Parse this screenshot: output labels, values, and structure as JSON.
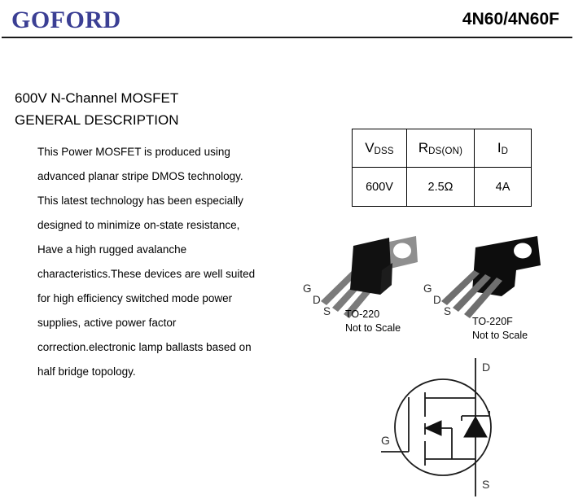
{
  "header": {
    "brand": "GOFORD",
    "part_number": "4N60/4N60F",
    "rule_color": "#1a1a1a",
    "brand_color": "#3b3f94"
  },
  "title_block": {
    "line1": "600V N-Channel MOSFET",
    "line2": "GENERAL DESCRIPTION"
  },
  "description": {
    "lines": [
      "This Power MOSFET is produced using",
      "advanced planar stripe DMOS technology.",
      "This latest technology has been especially",
      "designed to minimize on-state resistance,",
      "Have a high rugged avalanche",
      "characteristics.These devices are well suited",
      "for high efficiency switched mode power",
      "supplies, active power factor",
      "correction.electronic lamp ballasts based on",
      "half bridge topology."
    ]
  },
  "param_table": {
    "headers": [
      {
        "symbol": "V",
        "sub": "DSS"
      },
      {
        "symbol": "R",
        "sub": "DS(ON)"
      },
      {
        "symbol": "I",
        "sub": "D"
      }
    ],
    "values": [
      "600V",
      "2.5Ω",
      "4A"
    ]
  },
  "packages": [
    {
      "name": "TO-220",
      "caption_line1": "TO-220",
      "caption_line2": "Not to Scale",
      "pins": [
        "G",
        "D",
        "S"
      ],
      "body_color": "#111111",
      "tab_color": "#8f8f8f"
    },
    {
      "name": "TO-220F",
      "caption_line1": "TO-220F",
      "caption_line2": "Not to Scale",
      "pins": [
        "G",
        "D",
        "S"
      ],
      "body_color": "#0d0d0d",
      "tab_color": "#0d0d0d"
    }
  ],
  "schematic": {
    "terminals": {
      "drain": "D",
      "gate": "G",
      "source": "S"
    },
    "type": "n-channel-mosfet-with-body-diode"
  }
}
